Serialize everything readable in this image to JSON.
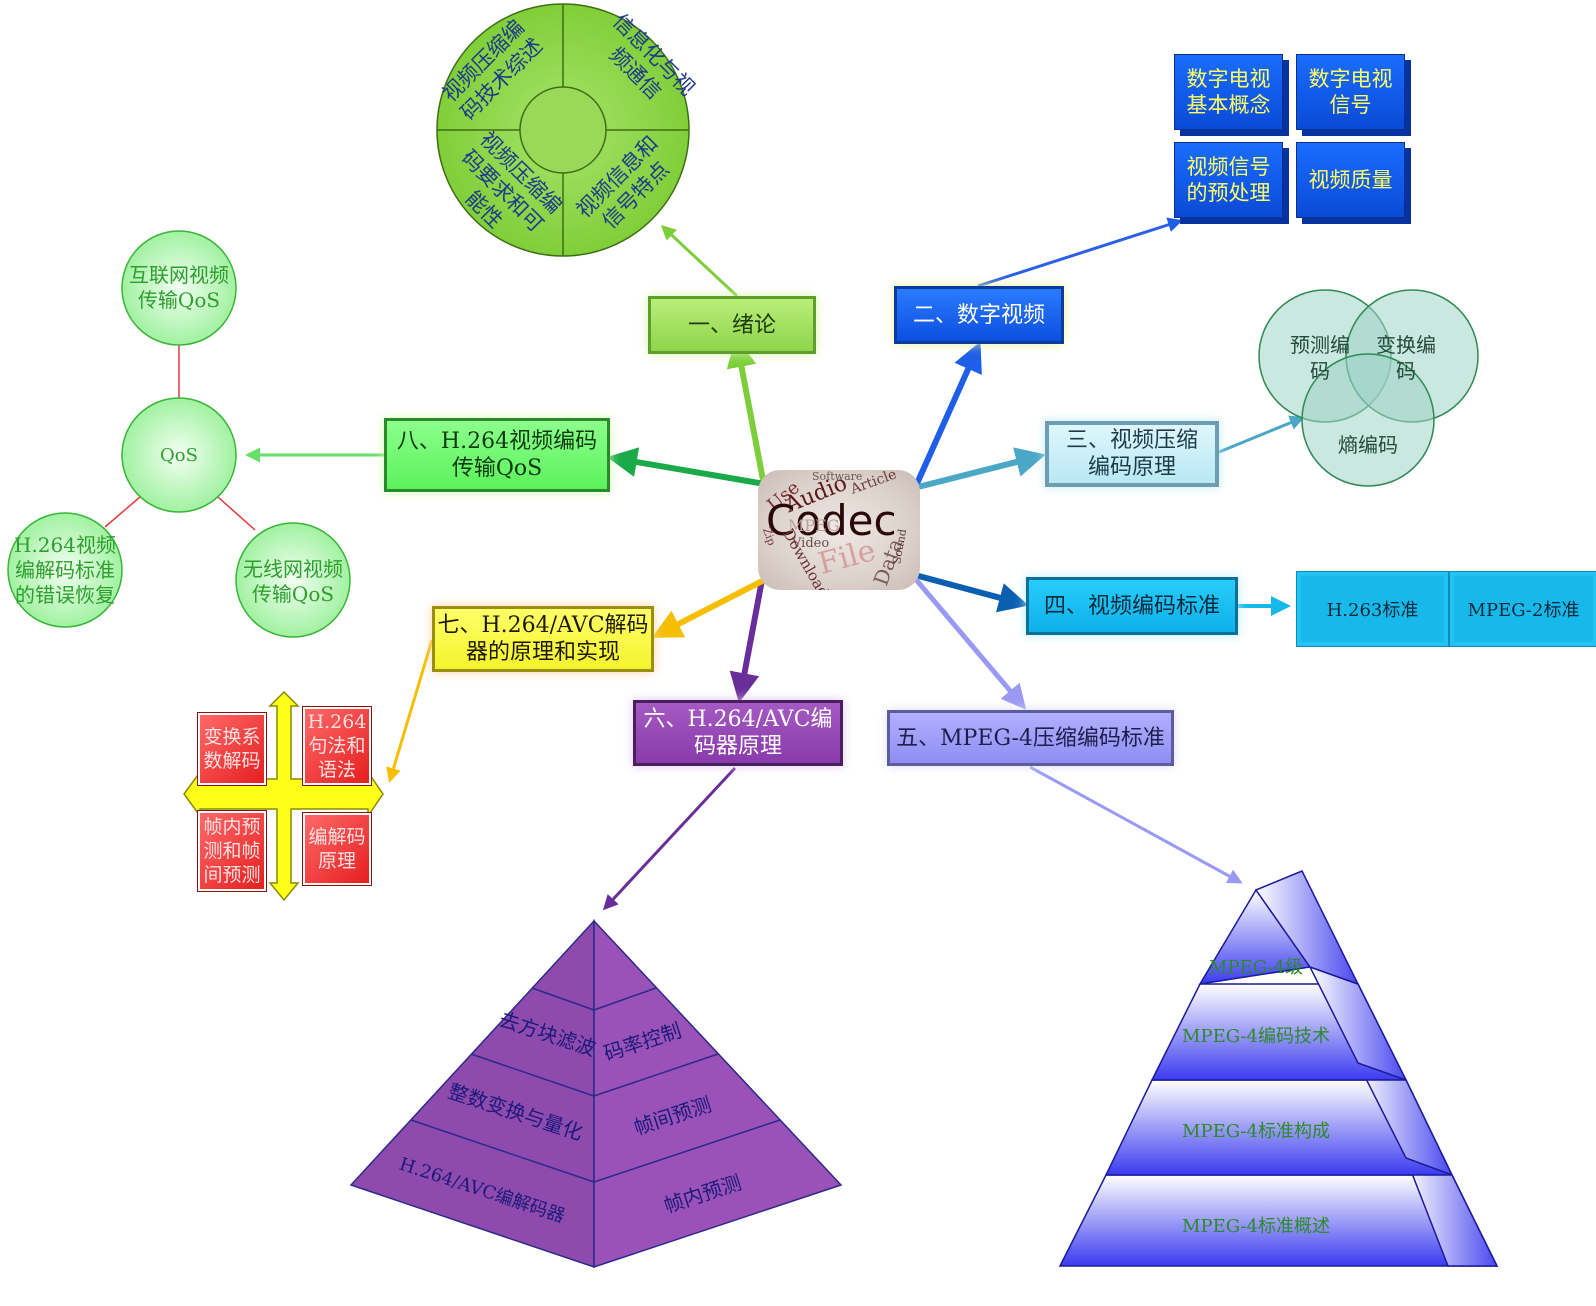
{
  "center": {
    "title": "Codec",
    "words": [
      "Use",
      "Audio",
      "Article",
      "Software",
      "File",
      "Data",
      "Video",
      "Download",
      "MPEG",
      "Zip",
      "Sound"
    ]
  },
  "branches": {
    "one": "一、绪论",
    "two": "二、数字视频",
    "three": "三、视频压缩\n编码原理",
    "four": "四、视频编码标准",
    "five": "五、MPEG-4压缩编码标准",
    "six": "六、H.264/AVC编\n码器原理",
    "seven": "七、H.264/AVC解码\n器的原理和实现",
    "eight": "八、H.264视频编码\n传输QoS"
  },
  "intro_circle": {
    "q1": "视频压缩编\n码技术综述",
    "q2": "信息化与视\n频通信",
    "q3": "视频压缩编\n码要求和可\n能性",
    "q4": "视频信息和\n信号特点"
  },
  "digital_video": [
    "数字电视\n基本概念",
    "数字电视\n信号",
    "视频信号\n的预处理",
    "视频质量"
  ],
  "compression_venn": [
    "预测编\n码",
    "变换编\n码",
    "熵编码"
  ],
  "standards": [
    "H.263标准",
    "MPEG-2标准"
  ],
  "qos": {
    "center": "QoS",
    "top": "互联网视频\n传输QoS",
    "left": "H.264视频\n编解码标准\n的错误恢复",
    "right": "无线网视频\n传输QoS"
  },
  "decoder_quad": [
    "变换系\n数解码",
    "H.264\n句法和\n语法",
    "帧内预\n测和帧\n间预测",
    "编解码\n原理"
  ],
  "encoder_pyramid": {
    "left": [
      "去方块滤波",
      "整数变换与量化",
      "H.264/AVC编解码器"
    ],
    "right": [
      "码率控制",
      "帧间预测",
      "帧内预测"
    ]
  },
  "mpeg4_pyramid": [
    "MPEG-4级",
    "MPEG-4编码技术",
    "MPEG-4标准构成",
    "MPEG-4标准概述"
  ],
  "colors": {
    "green": "#7ccf3a",
    "blue": "#2563eb",
    "lightblue": "#4aa7c6",
    "navy": "#0b5fb0",
    "violet": "#9a9af5",
    "purple": "#6a2e9a",
    "yellow": "#f5be00",
    "lime": "#1aaa4a"
  }
}
